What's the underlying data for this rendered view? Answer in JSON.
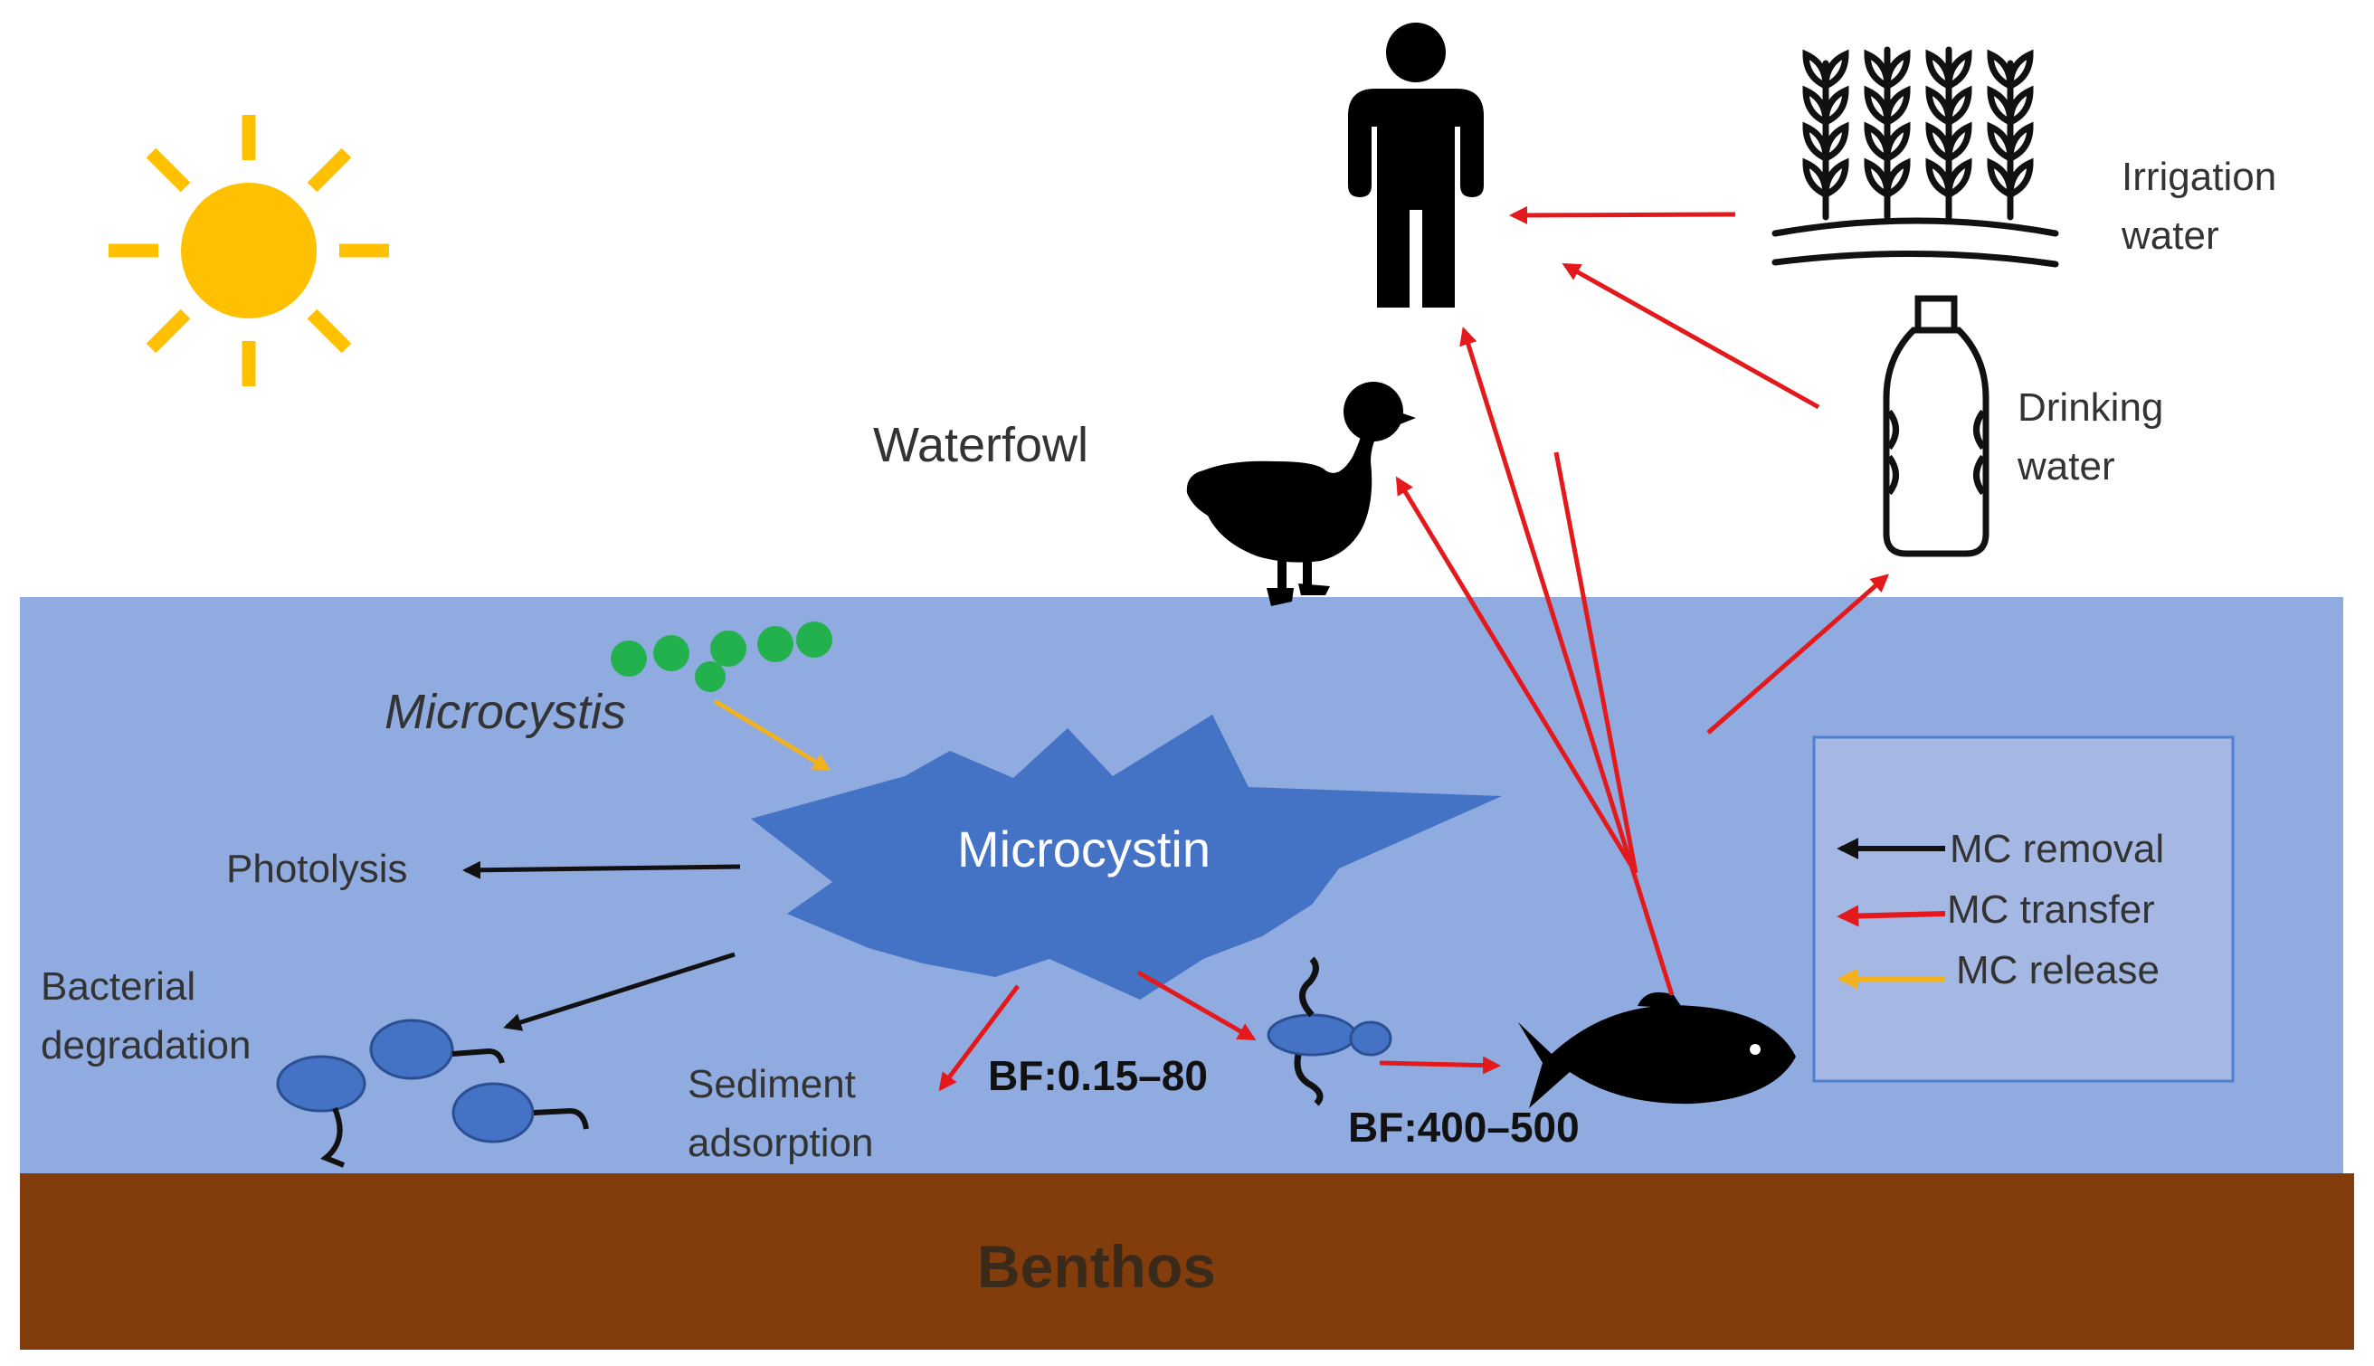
{
  "labels": {
    "irrigation": [
      "Irrigation",
      "water"
    ],
    "drinking": [
      "Drinking",
      "water"
    ],
    "waterfowl": "Waterfowl",
    "microcystis": "Microcystis",
    "microcystin": "Microcystin",
    "photolysis": "Photolysis",
    "bacterial": [
      "Bacterial",
      "degradation"
    ],
    "sediment": [
      "Sediment",
      "adsorption"
    ],
    "bf_sediment": "BF:0.15–80",
    "bf_fish": "BF:400–500",
    "benthos": "Benthos"
  },
  "legend": {
    "items": [
      {
        "label": "MC removal",
        "color": "#111111"
      },
      {
        "label": "MC transfer",
        "color": "#e3191c"
      },
      {
        "label": "MC release",
        "color": "#f2b21f"
      }
    ]
  },
  "colors": {
    "water": "#8fabdf",
    "benthos": "#833c0b",
    "microcystin_burst": "#4472c4",
    "sun": "#ffc000",
    "bacteria": "#4472c4",
    "microcystis_cells": "#22b14c",
    "legend_box_border": "#4f7fd0"
  },
  "icons": [
    "sun-icon",
    "person-icon",
    "wheat-icon",
    "bottle-icon",
    "duck-icon",
    "fish-icon",
    "zooplankton-icon",
    "bacteria-icon"
  ]
}
